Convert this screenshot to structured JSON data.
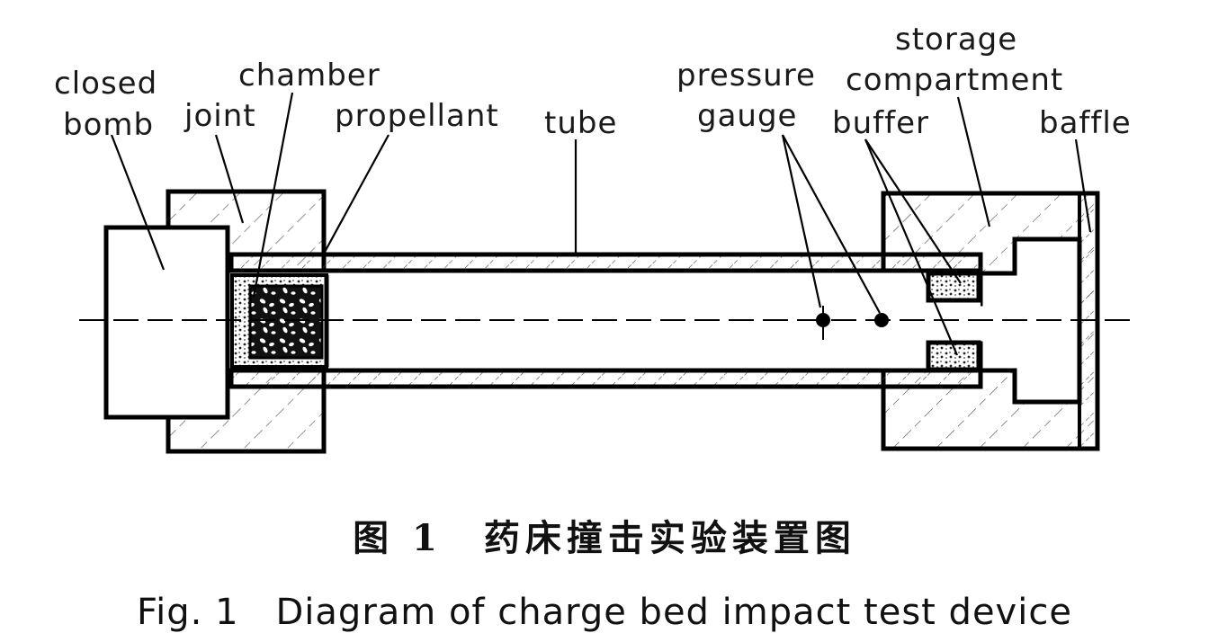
{
  "labels": {
    "closed_bomb_1": "closed",
    "closed_bomb_2": "bomb",
    "joint": "joint",
    "chamber": "chamber",
    "propellant": "propellant",
    "tube": "tube",
    "pressure_gauge_1": "pressure",
    "pressure_gauge_2": "gauge",
    "storage_compartment_1": "storage",
    "storage_compartment_2": "compartment",
    "buffer": "buffer",
    "baffle": "baffle"
  },
  "caption": {
    "cn": "图 1　药床撞击实验装置图",
    "en": "Fig. 1　Diagram of charge bed impact test device"
  }
}
